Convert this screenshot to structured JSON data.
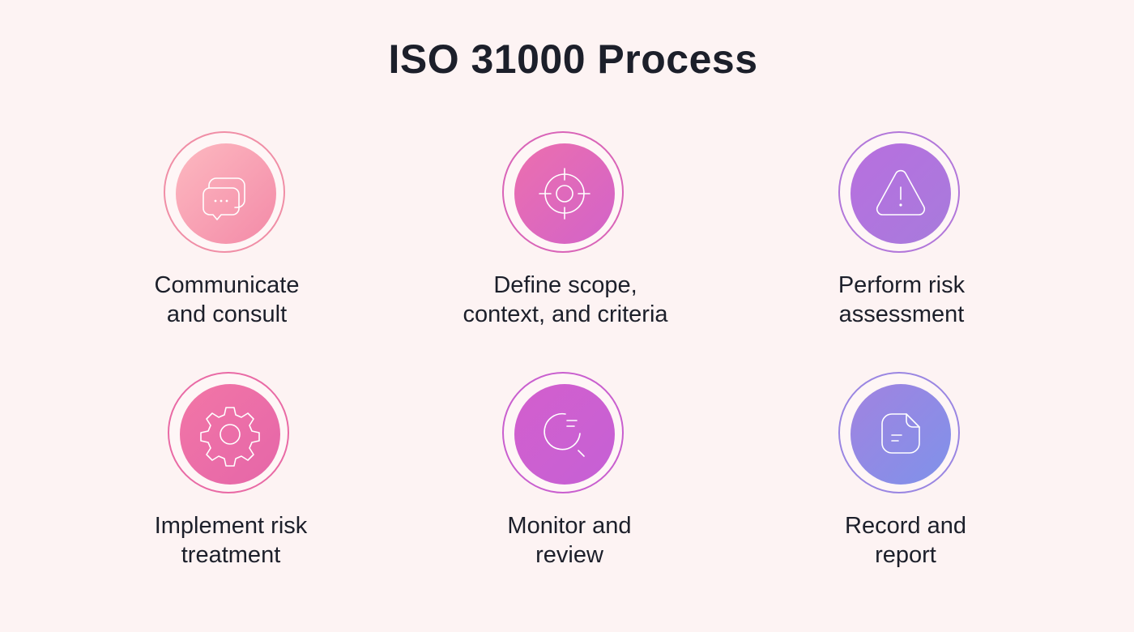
{
  "title": "ISO 31000 Process",
  "steps": [
    {
      "lines": [
        "Communicate",
        "and consult"
      ],
      "icon": "chat-bubbles-icon",
      "ring_color": "#f08ea6",
      "gradient": [
        "#fdb9c0",
        "#f38aa8"
      ]
    },
    {
      "lines": [
        "Define scope,",
        "context, and criteria"
      ],
      "icon": "target-crosshair-icon",
      "ring_color": "#d964b8",
      "gradient": [
        "#ec6fae",
        "#d263c9"
      ]
    },
    {
      "lines": [
        "Perform risk",
        "assessment"
      ],
      "icon": "warning-triangle-icon",
      "ring_color": "#b277da",
      "gradient": [
        "#b86fdf",
        "#a77bdc"
      ]
    },
    {
      "lines": [
        "Implement risk",
        "treatment"
      ],
      "icon": "gear-icon",
      "ring_color": "#e96aa5",
      "gradient": [
        "#f276a6",
        "#e566a9"
      ]
    },
    {
      "lines": [
        "Monitor and",
        "review"
      ],
      "icon": "refresh-search-icon",
      "ring_color": "#c95fcf",
      "gradient": [
        "#d35fcd",
        "#c560d5"
      ]
    },
    {
      "lines": [
        "Record and",
        "report"
      ],
      "icon": "document-icon",
      "ring_color": "#9a86e2",
      "gradient": [
        "#a183e0",
        "#7f92ea"
      ]
    }
  ]
}
